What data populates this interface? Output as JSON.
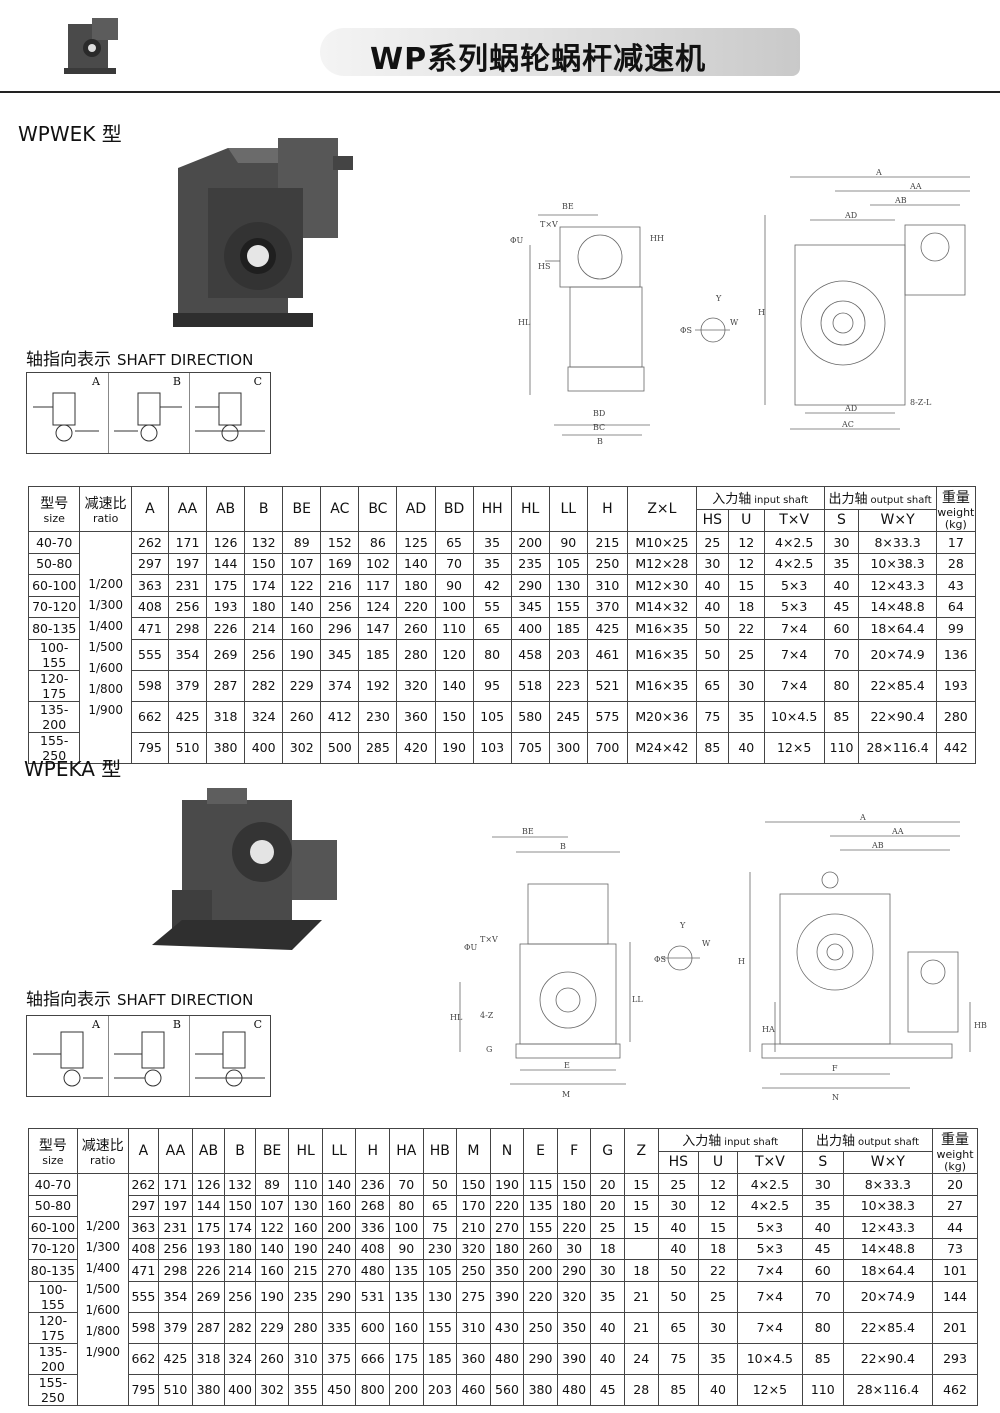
{
  "header": {
    "title": "WP系列蜗轮蜗杆减速机"
  },
  "shaft_direction": {
    "cn": "轴指向表示",
    "en": "SHAFT DIRECTION",
    "options": [
      "A",
      "B",
      "C"
    ]
  },
  "common_headers": {
    "size_cn": "型号",
    "size_en": "size",
    "ratio_cn": "减速比",
    "ratio_en": "ratio",
    "input_cn": "入力轴",
    "input_en": "input  shaft",
    "output_cn": "出力轴",
    "output_en": "output  shaft",
    "weight_cn": "重量",
    "weight_en": "weight",
    "weight_unit": "(kg)",
    "HS": "HS",
    "U": "U",
    "TV": "T×V",
    "S": "S",
    "WY": "W×Y"
  },
  "ratios": [
    "1/200",
    "1/300",
    "1/400",
    "1/500",
    "1/600",
    "1/800",
    "1/900"
  ],
  "wpwek": {
    "title": "WPWEK  型",
    "columns": [
      "A",
      "AA",
      "AB",
      "B",
      "BE",
      "AC",
      "BC",
      "AD",
      "BD",
      "HH",
      "HL",
      "LL",
      "H",
      "Z×L"
    ],
    "drawing_labels": [
      "A",
      "AA",
      "AB",
      "AD",
      "AC",
      "BE",
      "BD",
      "BC",
      "B",
      "HH",
      "HL",
      "H",
      "HS",
      "T×V",
      "ΦU",
      "W",
      "Y",
      "ΦS",
      "8-Z-L"
    ],
    "rows": [
      {
        "size": "40-70",
        "vals": [
          "262",
          "171",
          "126",
          "132",
          "89",
          "152",
          "86",
          "125",
          "65",
          "35",
          "200",
          "90",
          "215",
          "M10×25"
        ],
        "hs": "25",
        "u": "12",
        "tv": "4×2.5",
        "s": "30",
        "wy": "8×33.3",
        "w": "17"
      },
      {
        "size": "50-80",
        "vals": [
          "297",
          "197",
          "144",
          "150",
          "107",
          "169",
          "102",
          "140",
          "70",
          "35",
          "235",
          "105",
          "250",
          "M12×28"
        ],
        "hs": "30",
        "u": "12",
        "tv": "4×2.5",
        "s": "35",
        "wy": "10×38.3",
        "w": "28"
      },
      {
        "size": "60-100",
        "vals": [
          "363",
          "231",
          "175",
          "174",
          "122",
          "216",
          "117",
          "180",
          "90",
          "42",
          "290",
          "130",
          "310",
          "M12×30"
        ],
        "hs": "40",
        "u": "15",
        "tv": "5×3",
        "s": "40",
        "wy": "12×43.3",
        "w": "43"
      },
      {
        "size": "70-120",
        "vals": [
          "408",
          "256",
          "193",
          "180",
          "140",
          "256",
          "124",
          "220",
          "100",
          "55",
          "345",
          "155",
          "370",
          "M14×32"
        ],
        "hs": "40",
        "u": "18",
        "tv": "5×3",
        "s": "45",
        "wy": "14×48.8",
        "w": "64"
      },
      {
        "size": "80-135",
        "vals": [
          "471",
          "298",
          "226",
          "214",
          "160",
          "296",
          "147",
          "260",
          "110",
          "65",
          "400",
          "185",
          "425",
          "M16×35"
        ],
        "hs": "50",
        "u": "22",
        "tv": "7×4",
        "s": "60",
        "wy": "18×64.4",
        "w": "99"
      },
      {
        "size": "100-155",
        "vals": [
          "555",
          "354",
          "269",
          "256",
          "190",
          "345",
          "185",
          "280",
          "120",
          "80",
          "458",
          "203",
          "461",
          "M16×35"
        ],
        "hs": "50",
        "u": "25",
        "tv": "7×4",
        "s": "70",
        "wy": "20×74.9",
        "w": "136"
      },
      {
        "size": "120-175",
        "vals": [
          "598",
          "379",
          "287",
          "282",
          "229",
          "374",
          "192",
          "320",
          "140",
          "95",
          "518",
          "223",
          "521",
          "M16×35"
        ],
        "hs": "65",
        "u": "30",
        "tv": "7×4",
        "s": "80",
        "wy": "22×85.4",
        "w": "193"
      },
      {
        "size": "135-200",
        "vals": [
          "662",
          "425",
          "318",
          "324",
          "260",
          "412",
          "230",
          "360",
          "150",
          "105",
          "580",
          "245",
          "575",
          "M20×36"
        ],
        "hs": "75",
        "u": "35",
        "tv": "10×4.5",
        "s": "85",
        "wy": "22×90.4",
        "w": "280"
      },
      {
        "size": "155-250",
        "vals": [
          "795",
          "510",
          "380",
          "400",
          "302",
          "500",
          "285",
          "420",
          "190",
          "103",
          "705",
          "300",
          "700",
          "M24×42"
        ],
        "hs": "85",
        "u": "40",
        "tv": "12×5",
        "s": "110",
        "wy": "28×116.4",
        "w": "442"
      }
    ]
  },
  "wpeka": {
    "title": "WPEKA  型",
    "columns": [
      "A",
      "AA",
      "AB",
      "B",
      "BE",
      "HL",
      "LL",
      "H",
      "HA",
      "HB",
      "M",
      "N",
      "E",
      "F",
      "G",
      "Z"
    ],
    "drawing_labels": [
      "A",
      "AA",
      "AB",
      "BE",
      "B",
      "H",
      "HA",
      "HB",
      "HL",
      "LL",
      "T×V",
      "ΦU",
      "ΦS",
      "Y",
      "W",
      "4-Z",
      "G",
      "E",
      "M",
      "F",
      "N"
    ],
    "rows": [
      {
        "size": "40-70",
        "vals": [
          "262",
          "171",
          "126",
          "132",
          "89",
          "110",
          "140",
          "236",
          "70",
          "50",
          "150",
          "190",
          "115",
          "150",
          "20",
          "15"
        ],
        "hs": "25",
        "u": "12",
        "tv": "4×2.5",
        "s": "30",
        "wy": "8×33.3",
        "w": "20"
      },
      {
        "size": "50-80",
        "vals": [
          "297",
          "197",
          "144",
          "150",
          "107",
          "130",
          "160",
          "268",
          "80",
          "65",
          "170",
          "220",
          "135",
          "180",
          "20",
          "15"
        ],
        "hs": "30",
        "u": "12",
        "tv": "4×2.5",
        "s": "35",
        "wy": "10×38.3",
        "w": "27"
      },
      {
        "size": "60-100",
        "vals": [
          "363",
          "231",
          "175",
          "174",
          "122",
          "160",
          "200",
          "336",
          "100",
          "75",
          "210",
          "270",
          "155",
          "220",
          "25",
          "15"
        ],
        "hs": "40",
        "u": "15",
        "tv": "5×3",
        "s": "40",
        "wy": "12×43.3",
        "w": "44"
      },
      {
        "size": "70-120",
        "vals": [
          "408",
          "256",
          "193",
          "180",
          "140",
          "190",
          "240",
          "408",
          "90",
          "230",
          "320",
          "180",
          "260",
          "30",
          "18"
        ],
        "hs": "40",
        "u": "18",
        "tv": "5×3",
        "s": "45",
        "wy": "14×48.8",
        "w": "73"
      },
      {
        "size": "80-135",
        "vals": [
          "471",
          "298",
          "226",
          "214",
          "160",
          "215",
          "270",
          "480",
          "135",
          "105",
          "250",
          "350",
          "200",
          "290",
          "30",
          "18"
        ],
        "hs": "50",
        "u": "22",
        "tv": "7×4",
        "s": "60",
        "wy": "18×64.4",
        "w": "101"
      },
      {
        "size": "100-155",
        "vals": [
          "555",
          "354",
          "269",
          "256",
          "190",
          "235",
          "290",
          "531",
          "135",
          "130",
          "275",
          "390",
          "220",
          "320",
          "35",
          "21"
        ],
        "hs": "50",
        "u": "25",
        "tv": "7×4",
        "s": "70",
        "wy": "20×74.9",
        "w": "144"
      },
      {
        "size": "120-175",
        "vals": [
          "598",
          "379",
          "287",
          "282",
          "229",
          "280",
          "335",
          "600",
          "160",
          "155",
          "310",
          "430",
          "250",
          "350",
          "40",
          "21"
        ],
        "hs": "65",
        "u": "30",
        "tv": "7×4",
        "s": "80",
        "wy": "22×85.4",
        "w": "201"
      },
      {
        "size": "135-200",
        "vals": [
          "662",
          "425",
          "318",
          "324",
          "260",
          "310",
          "375",
          "666",
          "175",
          "185",
          "360",
          "480",
          "290",
          "390",
          "40",
          "24"
        ],
        "hs": "75",
        "u": "35",
        "tv": "10×4.5",
        "s": "85",
        "wy": "22×90.4",
        "w": "293"
      },
      {
        "size": "155-250",
        "vals": [
          "795",
          "510",
          "380",
          "400",
          "302",
          "355",
          "450",
          "800",
          "200",
          "203",
          "460",
          "560",
          "380",
          "480",
          "45",
          "28"
        ],
        "hs": "85",
        "u": "40",
        "tv": "12×5",
        "s": "110",
        "wy": "28×116.4",
        "w": "462"
      }
    ]
  }
}
